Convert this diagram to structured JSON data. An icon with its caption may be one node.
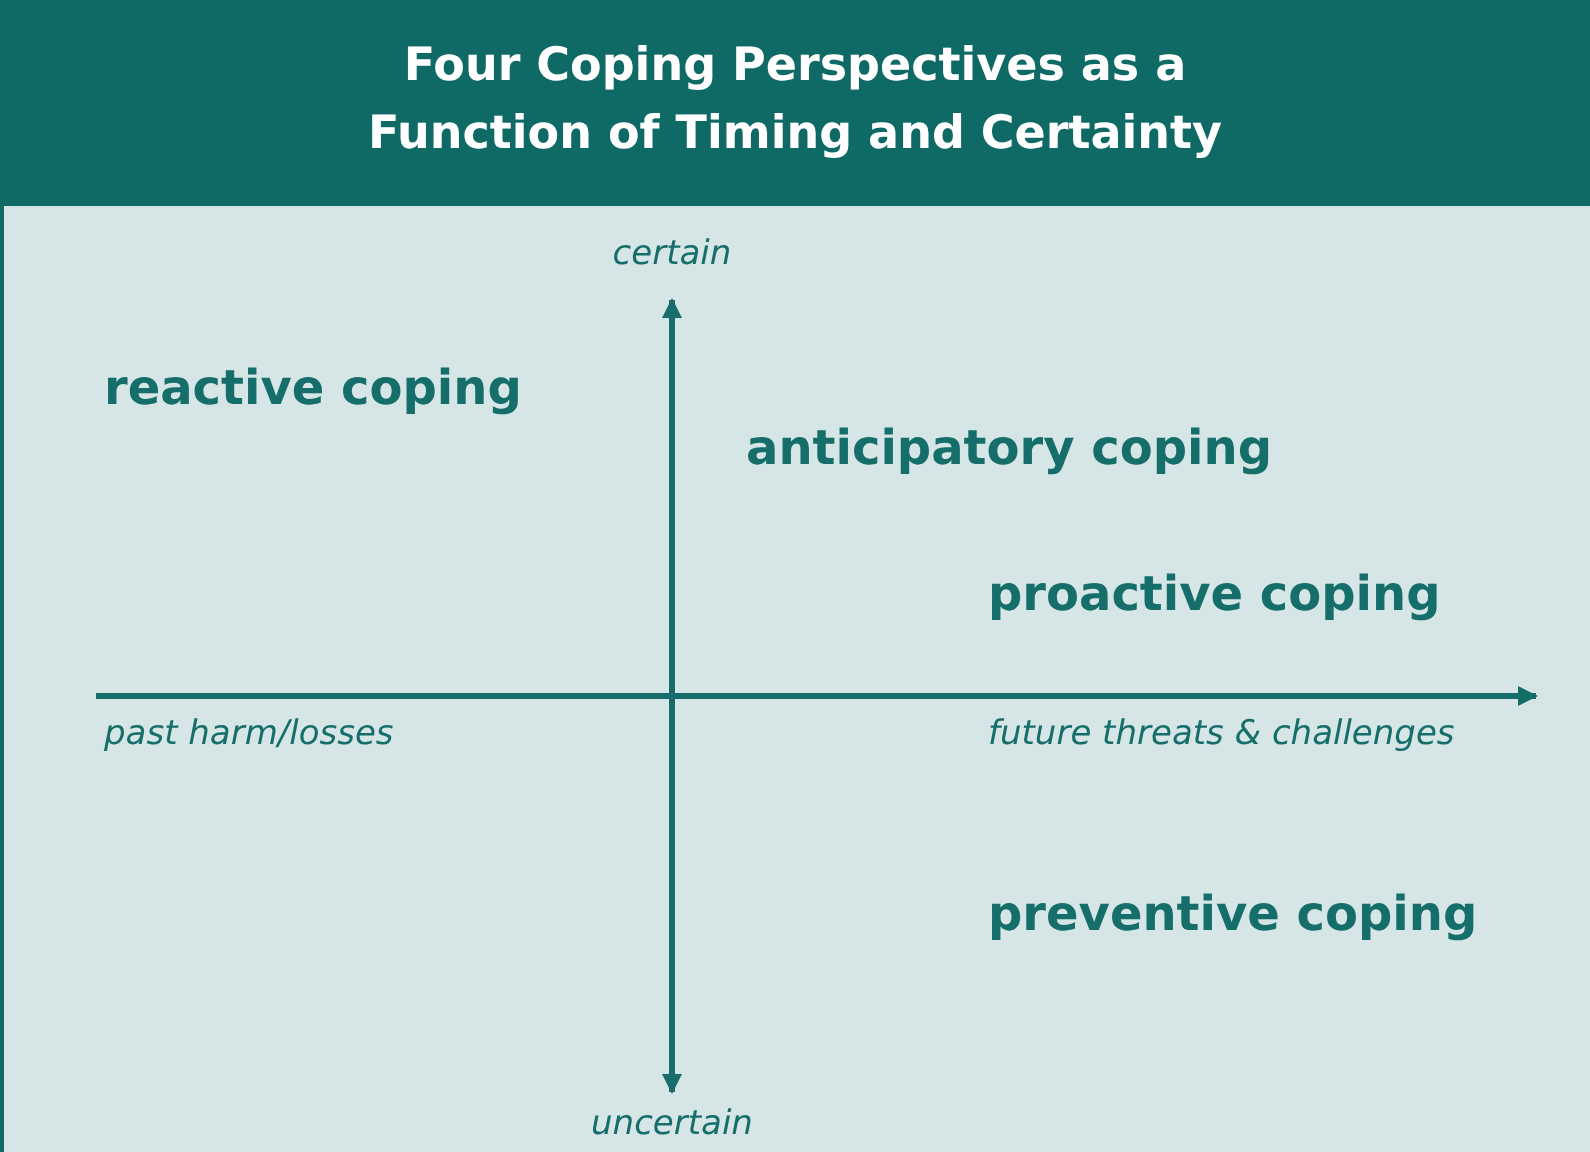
{
  "diagram": {
    "title": "Four Coping Perspectives as a Function of Timing and Certainty",
    "labels": [
      "certain",
      "reactive coping",
      "anticipatory coping",
      "proactive coping",
      "past harm/losses",
      "future threats & challenges",
      "preventive coping",
      "uncertain"
    ]
  }
}
